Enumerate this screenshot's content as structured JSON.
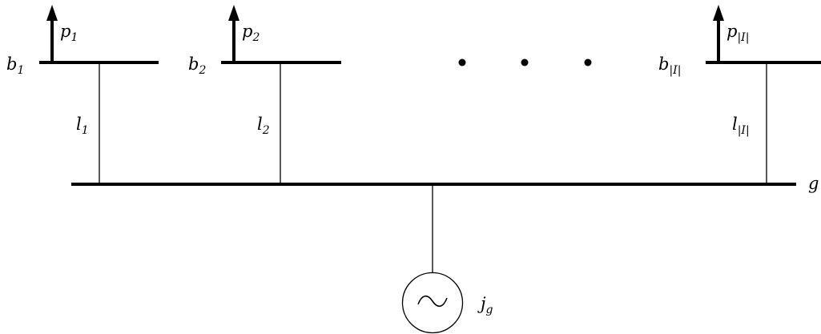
{
  "diagram": {
    "buses": [
      {
        "label": "b",
        "sub": "1",
        "load": "p",
        "load_sub": "1",
        "line": "l",
        "line_sub": "1"
      },
      {
        "label": "b",
        "sub": "2",
        "load": "p",
        "load_sub": "2",
        "line": "l",
        "line_sub": "2"
      },
      {
        "label": "b",
        "sub": "|I|",
        "load": "p",
        "load_sub": "|I|",
        "line": "l",
        "line_sub": "|I|"
      }
    ],
    "ellipsis_dots": 3,
    "main_bus": {
      "label": "g"
    },
    "generator": {
      "label": "j",
      "sub": "g",
      "symbol": "ac-source-icon"
    },
    "colors": {
      "stroke": "#000000",
      "background": "#ffffff"
    }
  }
}
